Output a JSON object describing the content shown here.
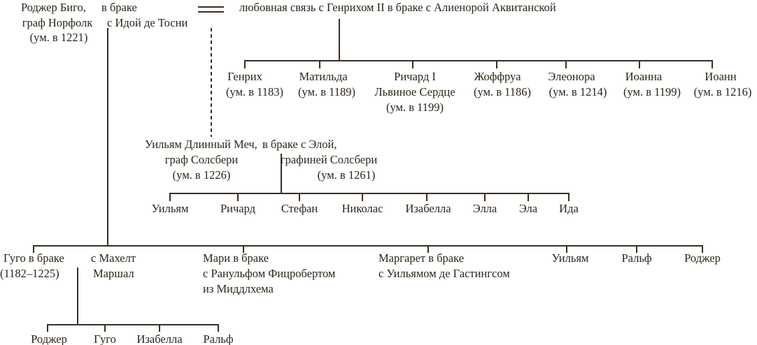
{
  "roger_bigod": {
    "name": "Роджер Биго,",
    "title": "граф Норфолк",
    "death": "(ум. в 1221)"
  },
  "ida": {
    "line1": "в браке",
    "line2": "с Идой де Тосни"
  },
  "henry_relation": "любовная связь с Генрихом II в браке с Алиенорой Аквитанской",
  "henry_children": [
    {
      "name": "Генрих",
      "death": "(ум. в 1183)"
    },
    {
      "name": "Матильда",
      "death": "(ум. в 1189)"
    },
    {
      "name": "Ричард I",
      "epithet": "Львиное Сердце",
      "death": "(ум. в 1199)"
    },
    {
      "name": "Жоффруа",
      "death": "(ум. в 1186)"
    },
    {
      "name": "Элеонора",
      "death": "(ум. в 1214)"
    },
    {
      "name": "Иоанна",
      "death": "(ум. в 1199)"
    },
    {
      "name": "Иоанн",
      "death": "(ум. в 1216)"
    }
  ],
  "longsword": {
    "name": "Уильям Длинный Меч,",
    "title": "граф Солсбери",
    "death": "(ум. в 1226)"
  },
  "ela": {
    "line1": "в браке с Элой,",
    "line2": "графиней Солсбери",
    "death": "(ум. в 1261)"
  },
  "longsword_children": [
    "Уильям",
    "Ричард",
    "Стефан",
    "Николас",
    "Изабелла",
    "Элла",
    "Эла",
    "Ида"
  ],
  "bigod_children": {
    "hugh": {
      "name": "Гуго в браке",
      "dates": "(1182–1225)",
      "spouse1": "с Махелт",
      "spouse2": "Маршал"
    },
    "mary": {
      "line1": "Мари в браке",
      "line2": "с Ранульфом Фицробертом",
      "line3": "из Миддлхема"
    },
    "margaret": {
      "line1": "Маргарет в браке",
      "line2": "с Уильямом де Гастингсом"
    },
    "others": [
      "Уильям",
      "Ральф",
      "Роджер"
    ]
  },
  "hugh_children": [
    "Роджер",
    "Гуго",
    "Изабелла",
    "Ральф"
  ]
}
